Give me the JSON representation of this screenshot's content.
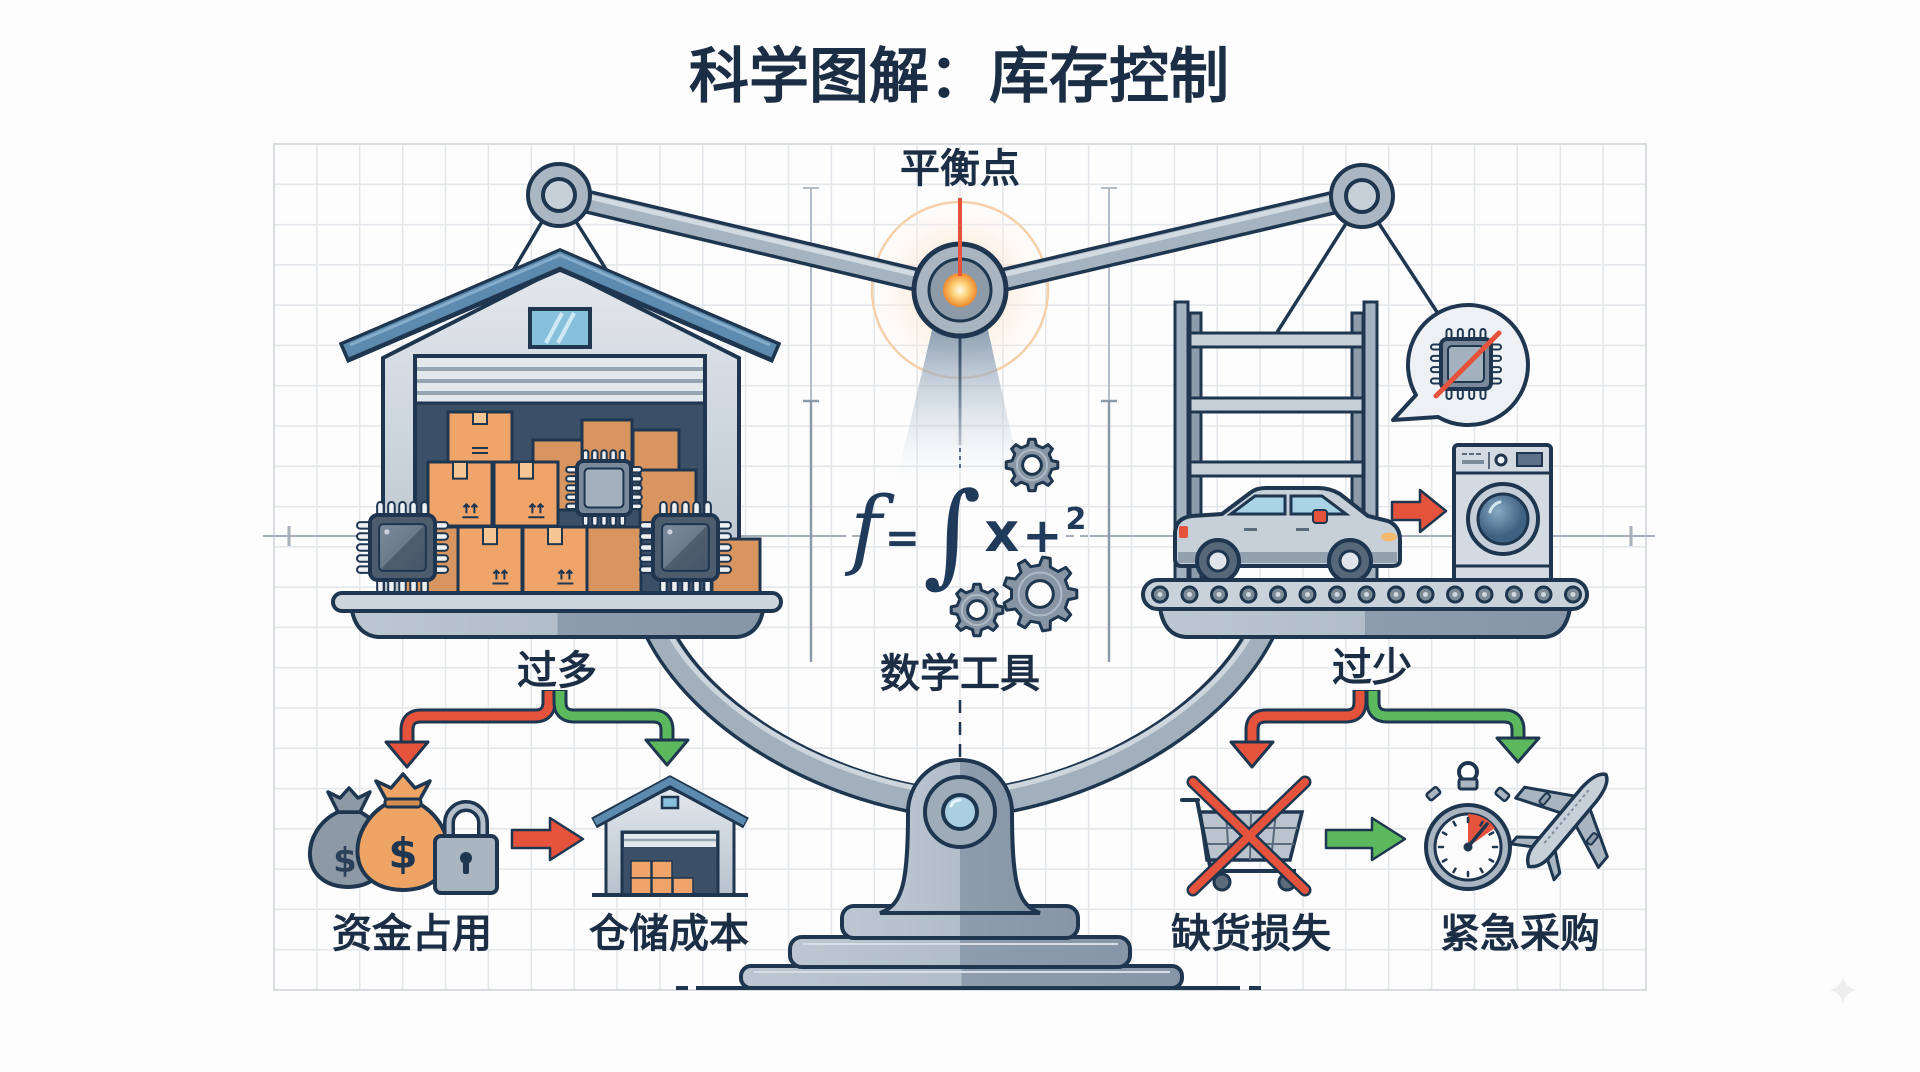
{
  "title": "科学图解：库存控制",
  "colors": {
    "title": "#1c2e45",
    "outline": "#1f3650",
    "metal": "#a9b5c1",
    "roof": "#5d8bb0",
    "box": "#efa469",
    "negative": "#e5533c",
    "positive": "#5cb85c",
    "balance_glow": "#f59a3c"
  },
  "balance": {
    "pivot_label": "平衡点",
    "icons": [
      "balance-scale-icon",
      "pivot-glow-icon"
    ]
  },
  "math_tools": {
    "label": "数学工具",
    "formula": {
      "function": "f",
      "equals": "=",
      "integral": "∫",
      "variable": "x",
      "plus": "+",
      "exponent": "2"
    },
    "icons": [
      "gear-icon",
      "gear-icon",
      "gear-icon"
    ]
  },
  "left_pan": {
    "label": "过多",
    "icons": [
      "warehouse-icon",
      "cardboard-box-icon",
      "microchip-icon"
    ],
    "consequences": [
      {
        "label": "资金占用",
        "icon": "money-bags-lock-icon",
        "currency_symbol": "$"
      },
      {
        "label": "仓储成本",
        "icon": "warehouse-cost-icon"
      }
    ]
  },
  "right_pan": {
    "label": "过少",
    "icons": [
      "empty-shelf-icon",
      "chip-shortage-bubble-icon",
      "car-icon",
      "washing-machine-icon",
      "conveyor-belt-icon"
    ],
    "consequences": [
      {
        "label": "缺货损失",
        "icon": "crossed-cart-icon"
      },
      {
        "label": "紧急采购",
        "icon": "stopwatch-airplane-icon"
      }
    ]
  }
}
